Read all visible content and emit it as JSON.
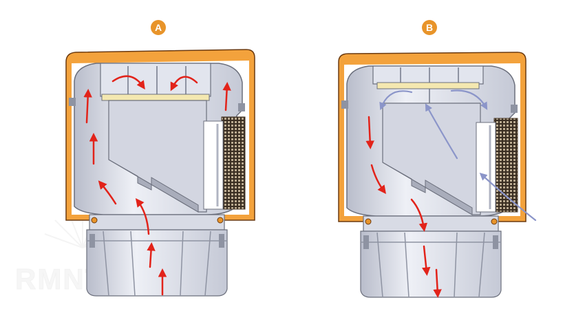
{
  "panels": [
    {
      "label": "A",
      "mode": "closed",
      "arrow_color": "red"
    },
    {
      "label": "B",
      "mode": "open",
      "arrow_color": "blue"
    }
  ],
  "watermark": {
    "text": "RMNT.RU"
  },
  "colors": {
    "badge": "#e8942a",
    "shell_orange": "#f3a23c",
    "shell_outline": "#6b3a10",
    "body_fill": "#e6e9f2",
    "body_inner": "#c8ccd8",
    "metal": "#8e93a2",
    "valve_plate": "#f4e8b0",
    "mesh": "#4a3a2a",
    "flow_red": "#e2231a",
    "flow_blue": "#8b95c9"
  }
}
